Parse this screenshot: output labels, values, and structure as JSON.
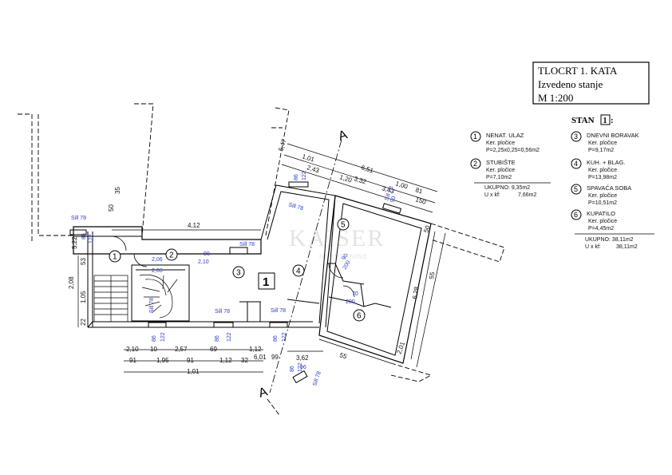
{
  "title_block": {
    "line1": "TLOCRT 1. KATA",
    "line2": "Izvedeno stanje",
    "line3": "M 1:200"
  },
  "stan_label": {
    "prefix": "STAN",
    "number": "1",
    "suffix": ":"
  },
  "rooms": [
    {
      "num": "1",
      "name": "NENAT. ULAZ",
      "finish": "",
      "area": "P=2,25x0,25=0,56m2"
    },
    {
      "num": "2",
      "name": "STUBIŠTE",
      "finish": "Ker. pločice",
      "area": "P=7,10m2"
    },
    {
      "num": "3",
      "name": "DNEVNI BORAVAK",
      "finish": "Ker. pločice",
      "area": "P=9,17m2"
    },
    {
      "num": "4",
      "name": "KUH. + BLAG.",
      "finish": "Ker. pločice",
      "area": "P=13,98m2"
    },
    {
      "num": "5",
      "name": "SPAVAĆA SOBA",
      "finish": "Ker. pločice",
      "area": "P=10,51m2"
    },
    {
      "num": "6",
      "name": "KUPATILO",
      "finish": "Ker. pločice",
      "area": "P=4,45m2"
    }
  ],
  "room1_finish": "Ker. pločice",
  "totals_left": {
    "ukupno": "UKUPNO: 9,35m2",
    "uxkf": "U x kf:",
    "uxkf_val": "7,66m2"
  },
  "totals_right": {
    "ukupno": "UKUPNO: 38,11m2",
    "uxkf": "U x kf:",
    "uxkf_val": "38,11m2"
  },
  "plan": {
    "unit_label": "1",
    "section_label": "A",
    "watermark": "KAISER",
    "watermark_sub": "NEKRETNINE",
    "room_markers": [
      "1",
      "2",
      "3",
      "4",
      "5",
      "6"
    ],
    "dims_black": [
      "6,51",
      "1,01",
      "2,43",
      "3,32",
      "1,20",
      "3,43",
      "1,00",
      "81",
      "150",
      "50",
      "5,47",
      "4,12",
      "2,08",
      "1,05",
      "53",
      "22",
      "5,22",
      "6,28",
      "55",
      "2,10",
      "10",
      "2,57",
      "69",
      "1,12",
      "91",
      "1,95",
      "91",
      "1,12",
      "32",
      "6,01",
      "1,01",
      "99",
      "3,62",
      "55",
      "2,01",
      "50",
      "35"
    ],
    "dims_blue": [
      "Sill 78",
      "Sill 78",
      "Sill 78",
      "Sill 78",
      "Sill 78",
      "Sill 73",
      "Sill 78",
      "Sill 78",
      "86",
      "122",
      "86",
      "122",
      "86",
      "122",
      "86",
      "122",
      "86",
      "122",
      "2,06",
      "2,06",
      "2,10",
      "90",
      "90",
      "200",
      "70",
      "200",
      "90",
      "86",
      "122",
      "96"
    ]
  }
}
